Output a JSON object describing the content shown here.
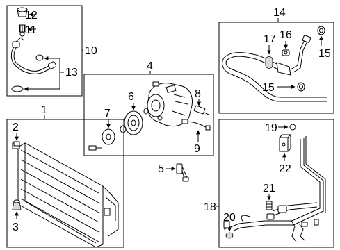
{
  "callouts": {
    "c1": "1",
    "c2": "2",
    "c3": "3",
    "c4": "4",
    "c5": "5",
    "c6": "6",
    "c7": "7",
    "c8": "8",
    "c9": "9",
    "c10": "10",
    "c11": "11",
    "c12": "12",
    "c13": "13",
    "c14": "14",
    "c15a": "15",
    "c15b": "15",
    "c16": "16",
    "c17": "17",
    "c18": "18",
    "c19": "19",
    "c20": "20",
    "c21": "21",
    "c22": "22"
  }
}
